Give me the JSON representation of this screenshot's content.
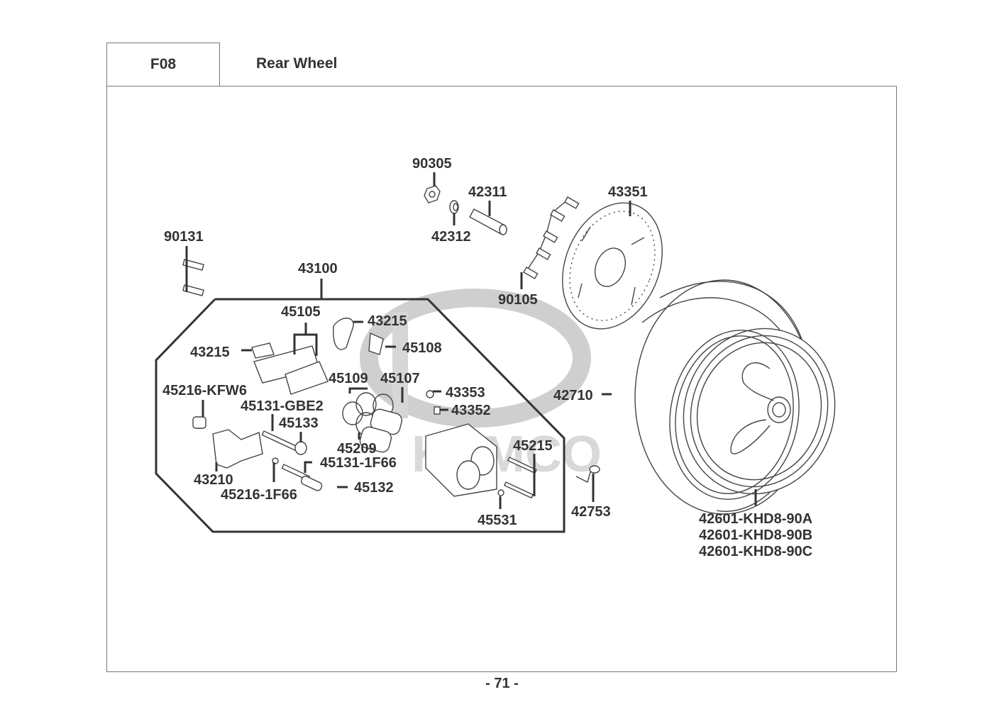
{
  "header": {
    "section_code": "F08",
    "title": "Rear Wheel"
  },
  "watermark": {
    "brand": "KYMCO",
    "color": "#cfcfcf"
  },
  "callouts": [
    {
      "id": "90305",
      "label": "90305"
    },
    {
      "id": "42311",
      "label": "42311"
    },
    {
      "id": "42312",
      "label": "42312"
    },
    {
      "id": "43351",
      "label": "43351"
    },
    {
      "id": "90131",
      "label": "90131"
    },
    {
      "id": "43100",
      "label": "43100"
    },
    {
      "id": "90105",
      "label": "90105"
    },
    {
      "id": "45105",
      "label": "45105"
    },
    {
      "id": "43215-right",
      "label": "43215"
    },
    {
      "id": "43215-left",
      "label": "43215"
    },
    {
      "id": "45108",
      "label": "45108"
    },
    {
      "id": "45109",
      "label": "45109"
    },
    {
      "id": "45107",
      "label": "45107"
    },
    {
      "id": "43353",
      "label": "43353"
    },
    {
      "id": "43352",
      "label": "43352"
    },
    {
      "id": "45216-KFW6",
      "label": "45216-KFW6"
    },
    {
      "id": "45131-GBE2",
      "label": "45131-GBE2"
    },
    {
      "id": "45133",
      "label": "45133"
    },
    {
      "id": "45209",
      "label": "45209"
    },
    {
      "id": "45131-1F66",
      "label": "45131-1F66"
    },
    {
      "id": "43210",
      "label": "43210"
    },
    {
      "id": "45216-1F66",
      "label": "45216-1F66"
    },
    {
      "id": "45132",
      "label": "45132"
    },
    {
      "id": "45215",
      "label": "45215"
    },
    {
      "id": "45531",
      "label": "45531"
    },
    {
      "id": "42710",
      "label": "42710"
    },
    {
      "id": "42753",
      "label": "42753"
    },
    {
      "id": "42601-KHD8-90A",
      "label": "42601-KHD8-90A"
    },
    {
      "id": "42601-KHD8-90B",
      "label": "42601-KHD8-90B"
    },
    {
      "id": "42601-KHD8-90C",
      "label": "42601-KHD8-90C"
    }
  ],
  "footer": {
    "page_number": "- 71 -"
  }
}
